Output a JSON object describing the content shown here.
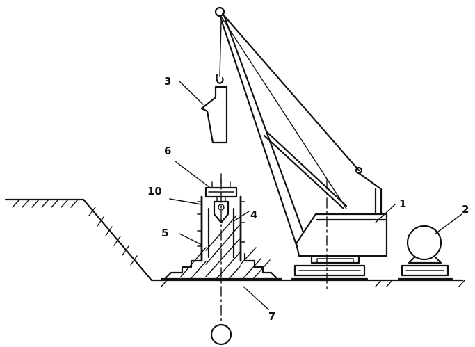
{
  "labels": {
    "l1": "1",
    "l2": "2",
    "l3": "3",
    "l4": "4",
    "l5": "5",
    "l6": "6",
    "l7": "7",
    "l10": "10"
  }
}
